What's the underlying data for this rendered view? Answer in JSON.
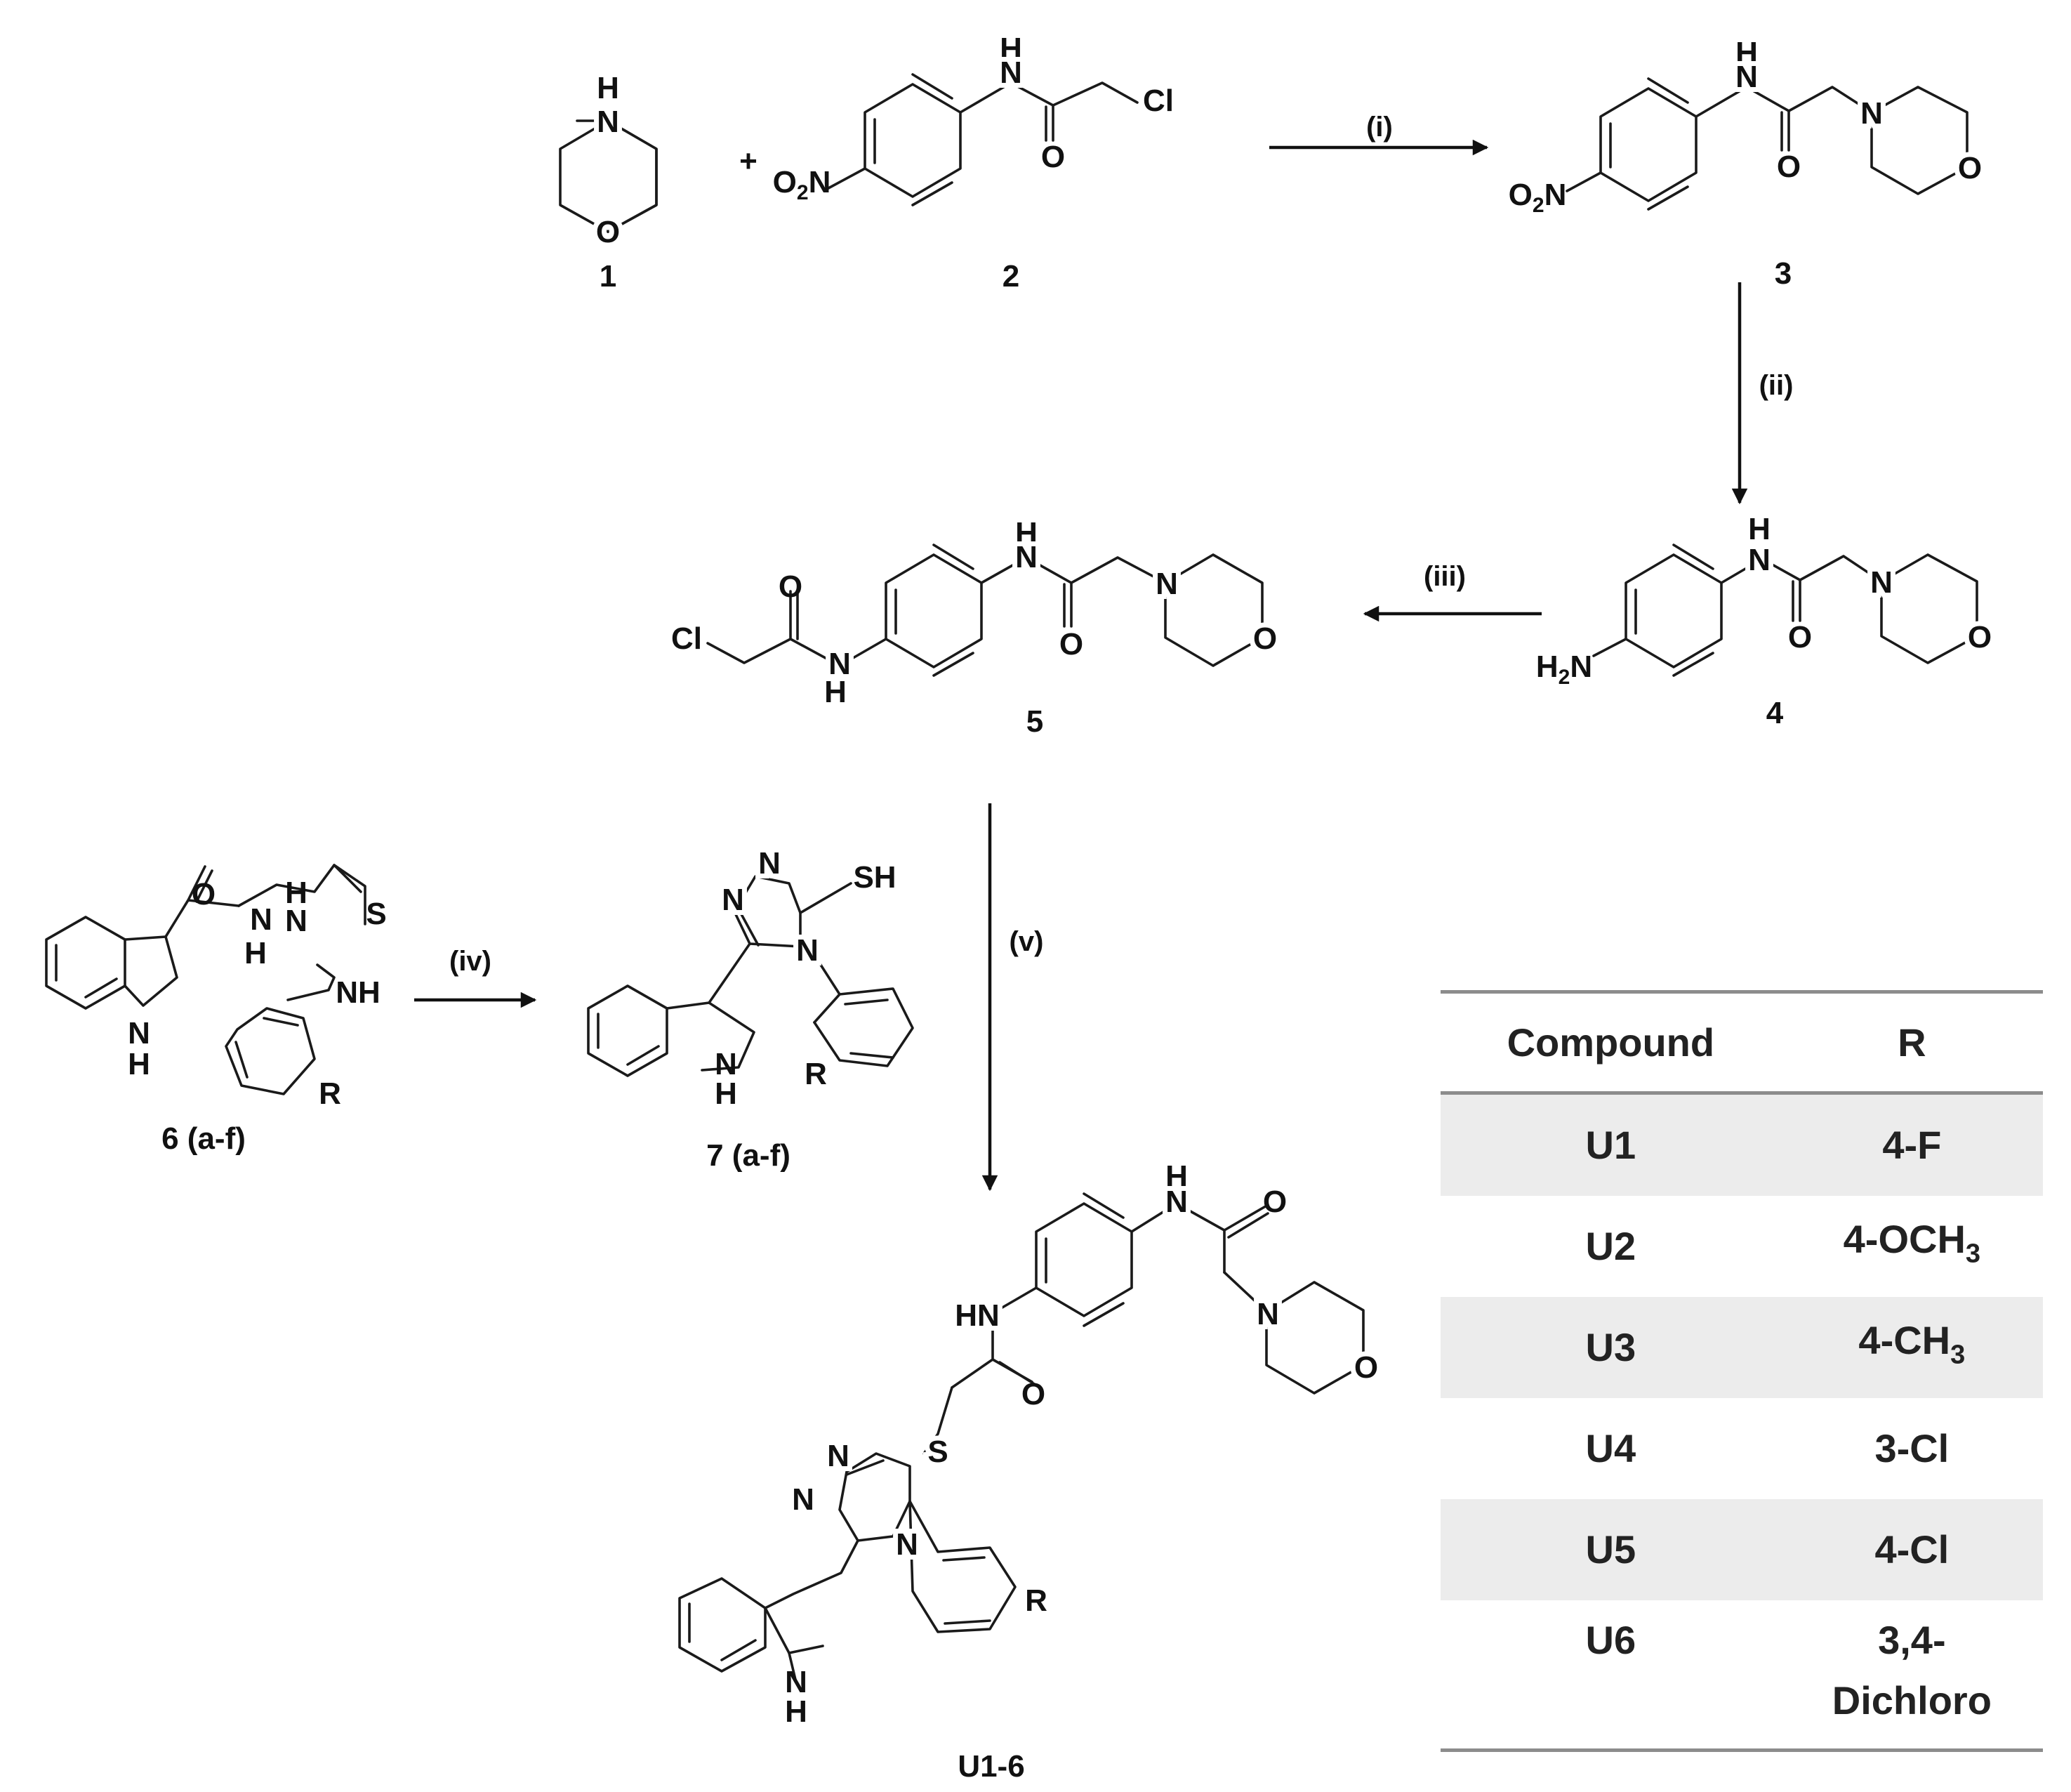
{
  "scheme": {
    "compounds": {
      "c1": "1",
      "c2": "2",
      "c3": "3",
      "c4": "4",
      "c5": "5",
      "c6": "6 (a-f)",
      "c7": "7 (a-f)",
      "final": "U1-6"
    },
    "conditions": {
      "i": "(i)",
      "ii": "(ii)",
      "iii": "(iii)",
      "iv": "(iv)",
      "v": "(v)"
    },
    "plus": "+",
    "atoms": {
      "H": "H",
      "N": "N",
      "O": "O",
      "Cl": "Cl",
      "S": "S",
      "SH": "SH",
      "NH": "NH",
      "HN": "HN",
      "R": "R",
      "O2N": "O",
      "O2N_sub": "2",
      "O2N_n": "N",
      "H2N_h": "H",
      "H2N_sub": "2",
      "H2N_n": "N"
    }
  },
  "table": {
    "headers": [
      "Compound",
      "R"
    ],
    "rows": [
      {
        "compound": "U1",
        "r": "4-F",
        "r_sub": ""
      },
      {
        "compound": "U2",
        "r": "4-OCH",
        "r_sub": "3"
      },
      {
        "compound": "U3",
        "r": "4-CH",
        "r_sub": "3"
      },
      {
        "compound": "U4",
        "r": "3-Cl",
        "r_sub": ""
      },
      {
        "compound": "U5",
        "r": "4-Cl",
        "r_sub": ""
      },
      {
        "compound": "U6",
        "r": "3,4-",
        "r2": "Dichloro",
        "r_sub": ""
      }
    ]
  }
}
